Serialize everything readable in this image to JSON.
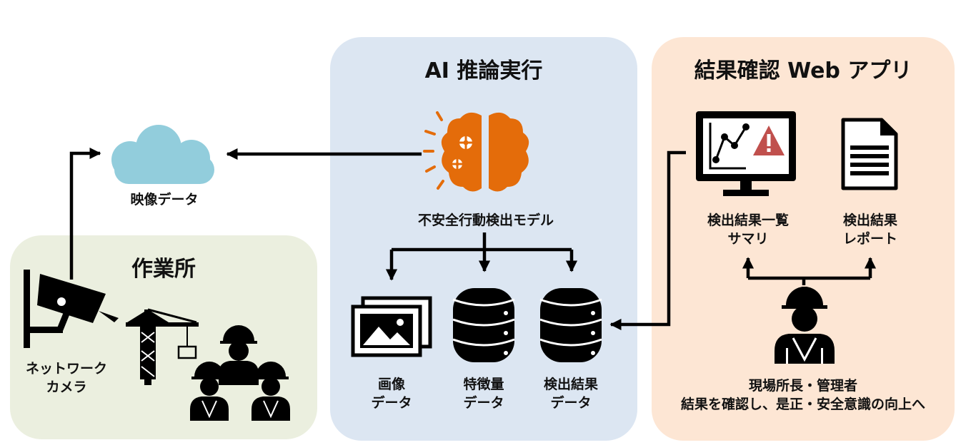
{
  "sections": {
    "site": {
      "title": "作業所"
    },
    "ai": {
      "title": "AI 推論実行"
    },
    "web": {
      "title": "結果確認 Web アプリ"
    }
  },
  "nodes": {
    "video_data": "映像データ",
    "camera": [
      "ネットワーク",
      "カメラ"
    ],
    "model": "不安全行動検出モデル",
    "image_data": [
      "画像",
      "データ"
    ],
    "feature_data": [
      "特徴量",
      "データ"
    ],
    "result_data": [
      "検出結果",
      "データ"
    ],
    "summary": [
      "検出結果一覧",
      "サマリ"
    ],
    "report": [
      "検出結果",
      "レポート"
    ],
    "manager": [
      "現場所長・管理者",
      "結果を確認し、是正・安全意識の向上へ"
    ]
  },
  "colors": {
    "cloud": "#92cddc",
    "brain": "#e46c0a",
    "warning": "#c0504d",
    "site_bg": "#ebefdf",
    "ai_bg": "#dce6f2",
    "web_bg": "#fde6d4"
  }
}
